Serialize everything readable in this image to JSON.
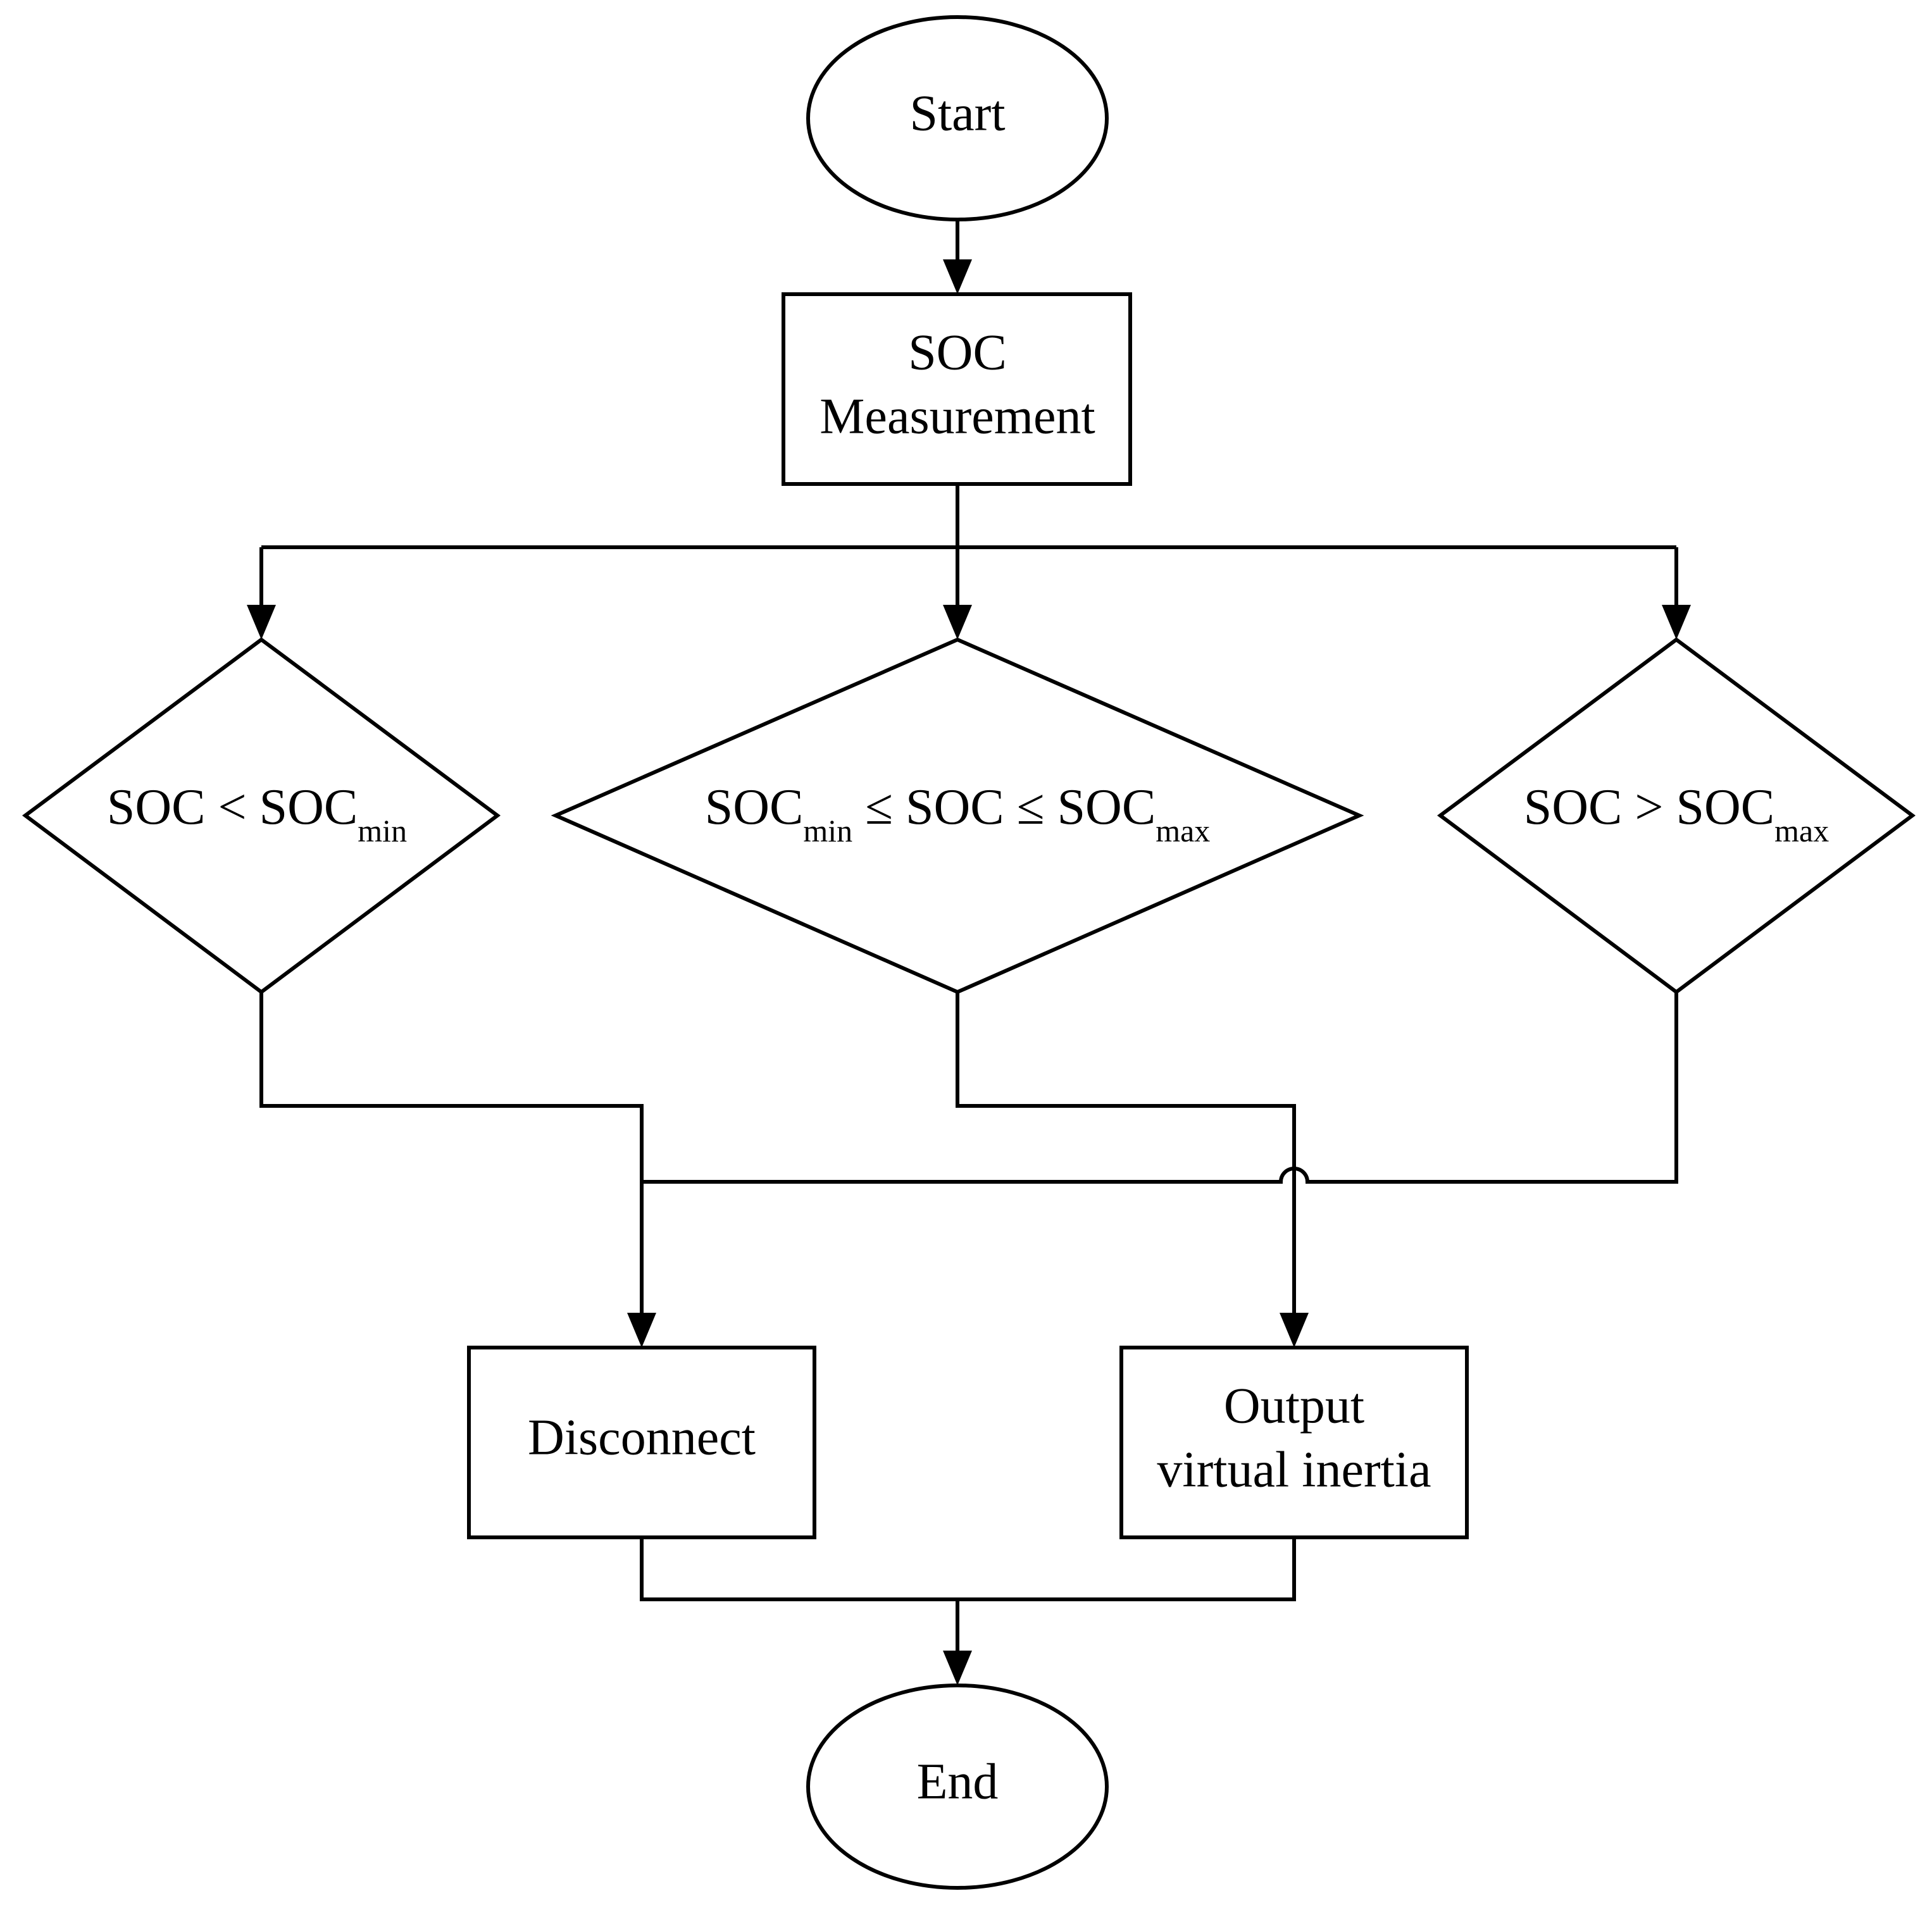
{
  "nodes": {
    "start": "Start",
    "measure_line1": "SOC",
    "measure_line2": "Measurement",
    "cond_low": {
      "pre": "SOC < SOC",
      "sub": "min"
    },
    "cond_mid": {
      "a": "SOC",
      "a_sub": "min",
      "b": " ≤ SOC ≤ SOC",
      "b_sub": "max"
    },
    "cond_high": {
      "pre": "SOC > SOC",
      "sub": "max"
    },
    "disconnect": "Disconnect",
    "output_line1": "Output",
    "output_line2": "virtual inertia",
    "end": "End"
  }
}
